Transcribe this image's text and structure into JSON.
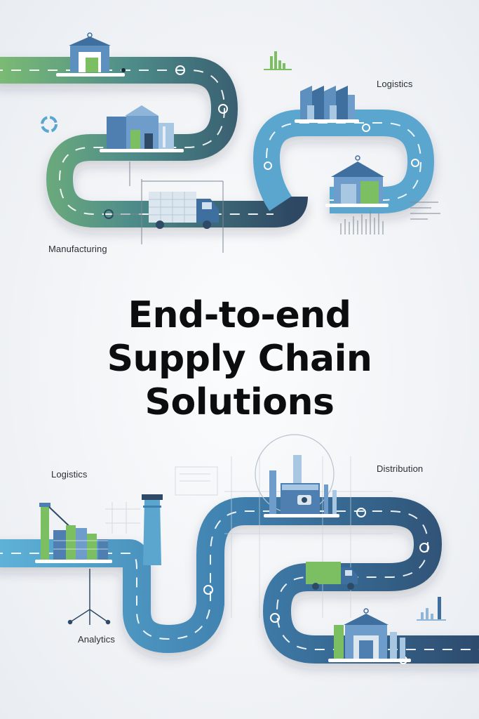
{
  "title": {
    "line1": "End-to-end",
    "line2": "Supply Chain",
    "line3": "Solutions"
  },
  "labels": {
    "top_right": "Logistics",
    "top_left": "Manufacturing",
    "bottom_left_top": "Logistics",
    "bottom_right_top": "Distribution",
    "bottom_left": "Analytics"
  },
  "colors": {
    "road_green": "#6aad6c",
    "road_dark": "#2e4a66",
    "road_light": "#5aa6cf",
    "road_mid": "#3d6d99",
    "building": "#4f7fb0",
    "accent_green": "#7cbf62"
  },
  "icons": [
    "warehouse-icon",
    "factory-icon",
    "truck-icon",
    "bar-chart-icon",
    "refresh-icon",
    "network-icon",
    "chimney-icon"
  ]
}
